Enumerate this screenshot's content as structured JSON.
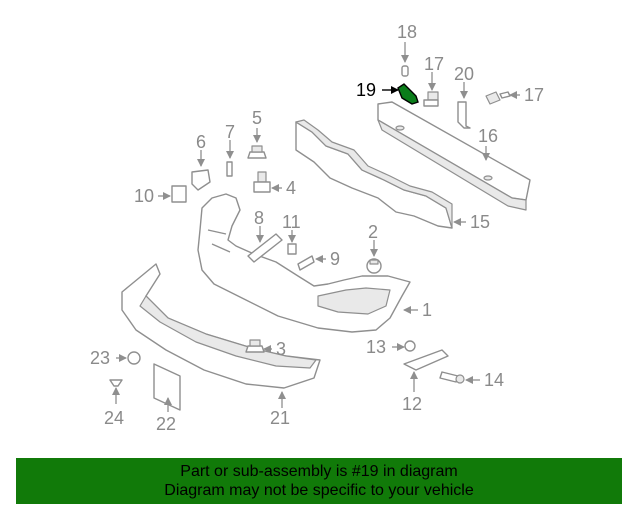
{
  "diagram": {
    "callouts": [
      "18",
      "19",
      "17",
      "20",
      "17",
      "16",
      "5",
      "6",
      "7",
      "4",
      "10",
      "8",
      "11",
      "2",
      "9",
      "15",
      "1",
      "13",
      "3",
      "23",
      "14",
      "12",
      "24",
      "22",
      "21"
    ],
    "highlighted_callout": "19",
    "highlight_color": "#0a7d1a"
  },
  "footer": {
    "line1": "Part or sub-assembly is #19 in diagram",
    "line2": "Diagram may not be specific to your vehicle",
    "background_color": "#117a09"
  }
}
